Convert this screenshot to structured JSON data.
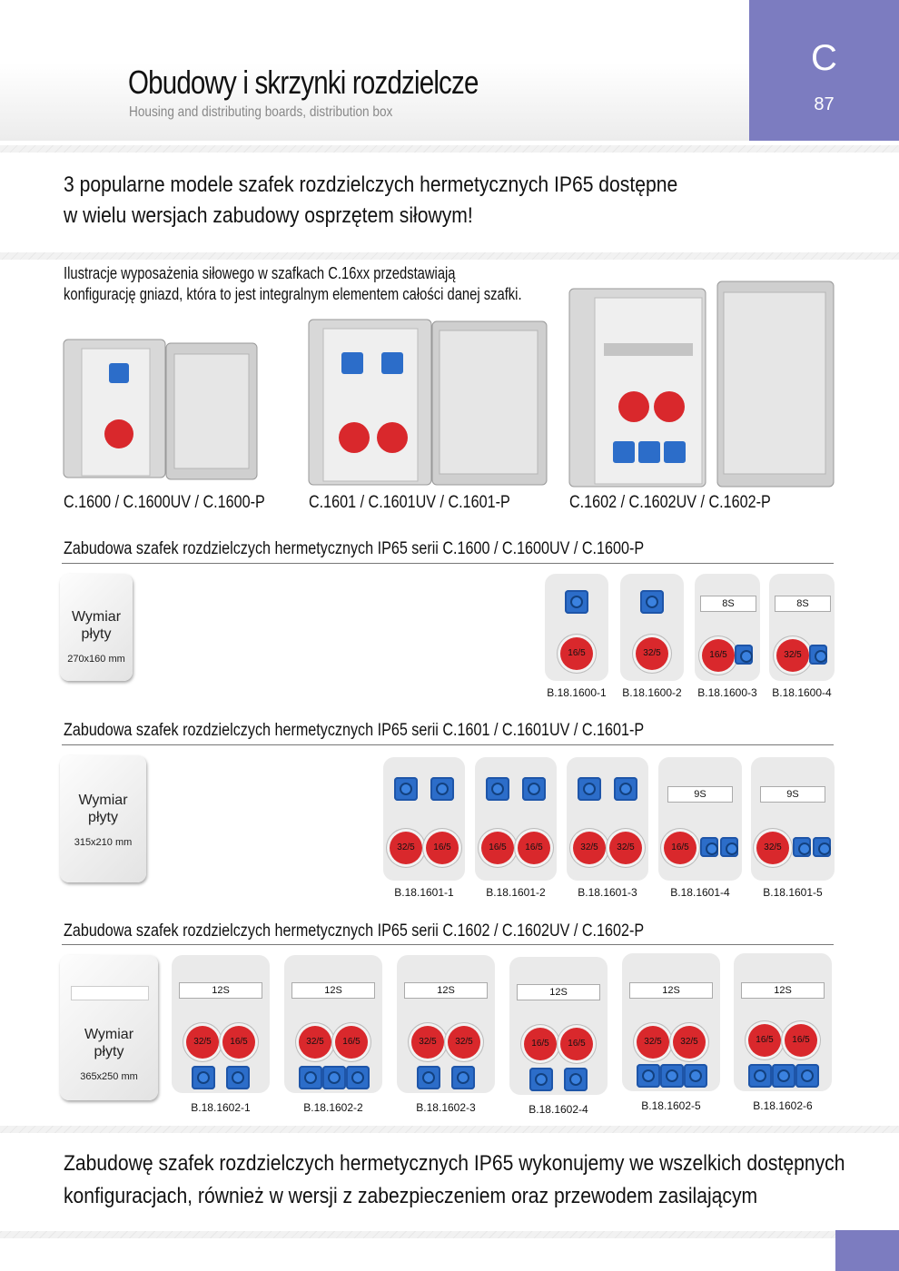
{
  "header": {
    "title": "Obudowy i skrzynki rozdzielcze",
    "subtitle": "Housing and distributing boards, distribution box",
    "tab_letter": "C",
    "page_number": "87"
  },
  "headline": {
    "line1": "3 popularne modele szafek rozdzielczych hermetycznych IP65 dostępne",
    "line2": "w wielu wersjach zabudowy osprzętem siłowym!"
  },
  "intro": {
    "line1": "Ilustracje wyposażenia siłowego w szafkach C.16xx przedstawiają",
    "line2": "konfigurację gniazd, która to jest integralnym elementem całości danej szafki."
  },
  "cabinets": [
    "C.1600 / C.1600UV / C.1600-P",
    "C.1601 / C.1601UV / C.1601-P",
    "C.1602 / C.1602UV / C.1602-P"
  ],
  "section1": {
    "title": "Zabudowa szafek rozdzielczych hermetycznych IP65 serii C.1600 / C.1600UV / C.1600-P",
    "plate": {
      "label1": "Wymiar",
      "label2": "płyty",
      "size": "270x160 mm"
    },
    "boards": [
      {
        "code": "B.18.1600-1",
        "red": [
          "16/5"
        ]
      },
      {
        "code": "B.18.1600-2",
        "red": [
          "32/5"
        ]
      },
      {
        "code": "B.18.1600-3",
        "box": "8S",
        "red": [
          "16/5"
        ]
      },
      {
        "code": "B.18.1600-4",
        "box": "8S",
        "red": [
          "32/5"
        ]
      }
    ]
  },
  "section2": {
    "title": "Zabudowa szafek rozdzielczych hermetycznych IP65 serii C.1601 / C.1601UV / C.1601-P",
    "plate": {
      "label1": "Wymiar",
      "label2": "płyty",
      "size": "315x210 mm"
    },
    "boards": [
      {
        "code": "B.18.1601-1",
        "red": [
          "32/5",
          "16/5"
        ]
      },
      {
        "code": "B.18.1601-2",
        "red": [
          "16/5",
          "16/5"
        ]
      },
      {
        "code": "B.18.1601-3",
        "red": [
          "32/5",
          "32/5"
        ]
      },
      {
        "code": "B.18.1601-4",
        "box": "9S",
        "red": [
          "16/5"
        ]
      },
      {
        "code": "B.18.1601-5",
        "box": "9S",
        "red": [
          "32/5"
        ]
      }
    ]
  },
  "section3": {
    "title": "Zabudowa szafek rozdzielczych hermetycznych IP65 serii C.1602 / C.1602UV / C.1602-P",
    "plate": {
      "label1": "Wymiar",
      "label2": "płyty",
      "size": "365x250 mm"
    },
    "boards": [
      {
        "code": "B.18.1602-1",
        "box": "12S",
        "red": [
          "32/5",
          "16/5"
        ]
      },
      {
        "code": "B.18.1602-2",
        "box": "12S",
        "red": [
          "32/5",
          "16/5"
        ]
      },
      {
        "code": "B.18.1602-3",
        "box": "12S",
        "red": [
          "32/5",
          "32/5"
        ]
      },
      {
        "code": "B.18.1602-4",
        "box": "12S",
        "red": [
          "16/5",
          "16/5"
        ]
      },
      {
        "code": "B.18.1602-5",
        "box": "12S",
        "red": [
          "32/5",
          "32/5"
        ]
      },
      {
        "code": "B.18.1602-6",
        "box": "12S",
        "red": [
          "16/5",
          "16/5"
        ]
      }
    ]
  },
  "footer": {
    "line1": "Zabudowę szafek rozdzielczych hermetycznych IP65 wykonujemy we wszelkich dostępnych",
    "line2": "konfiguracjach, również w wersji z zabezpieczeniem oraz przewodem zasilającym"
  },
  "colors": {
    "accent": "#7c7cc0",
    "socket_red": "#d9282c",
    "socket_blue": "#2c6dc9"
  }
}
